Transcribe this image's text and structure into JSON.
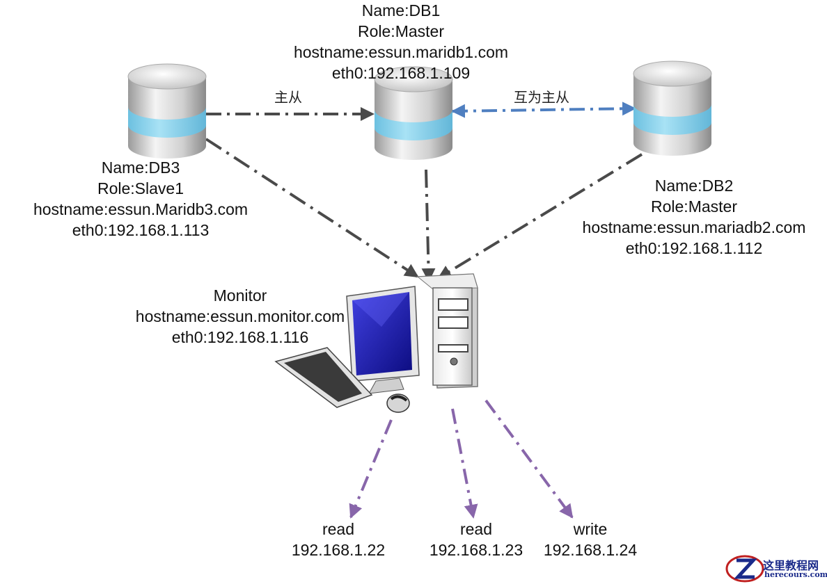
{
  "nodes": {
    "db1": {
      "lines": [
        "Name:DB1",
        "Role:Master",
        "hostname:essun.maridb1.com",
        "eth0:192.168.1.109"
      ]
    },
    "db2": {
      "lines": [
        "Name:DB2",
        "Role:Master",
        "hostname:essun.mariadb2.com",
        "eth0:192.168.1.112"
      ]
    },
    "db3": {
      "lines": [
        "Name:DB3",
        "Role:Slave1",
        "hostname:essun.Maridb3.com",
        "eth0:192.168.1.113"
      ]
    },
    "monitor": {
      "lines": [
        "Monitor",
        "hostname:essun.monitor.com",
        "eth0:192.168.1.116"
      ]
    },
    "read1": {
      "lines": [
        "read",
        "192.168.1.22"
      ]
    },
    "read2": {
      "lines": [
        "read",
        "192.168.1.23"
      ]
    },
    "write": {
      "lines": [
        "write",
        "192.168.1.24"
      ]
    }
  },
  "edges": {
    "db3_db1": "主从",
    "db1_db2": "互为主从"
  },
  "colors": {
    "db_body": "#d8d8d8",
    "db_band": "#8ed3ec",
    "gray_line": "#4a4a4a",
    "blue_line": "#4f7fc0",
    "purple_line": "#8866aa",
    "screen": "#1a1aa8"
  },
  "watermark": {
    "title": "这里教程网",
    "url": "herecours.com"
  }
}
